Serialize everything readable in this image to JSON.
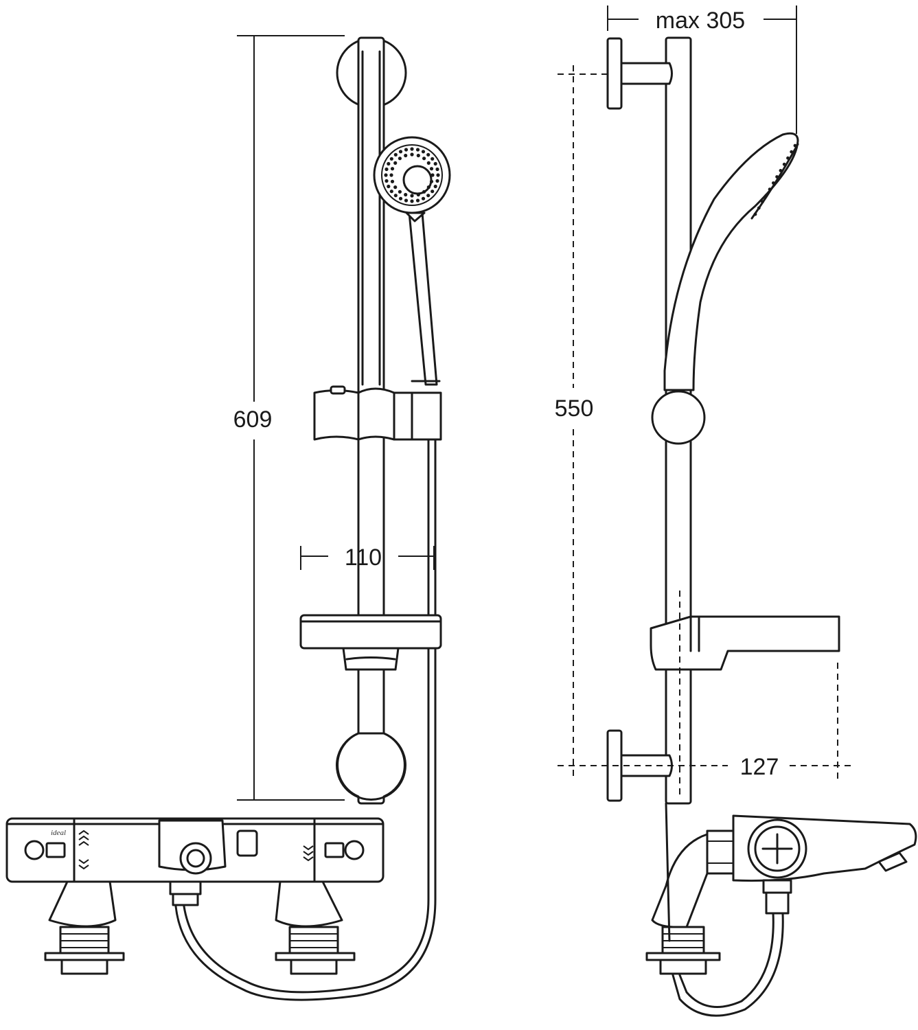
{
  "dimensions": {
    "front_height": "609",
    "front_width": "110",
    "side_height": "550",
    "side_projection": "max 305",
    "side_depth": "127"
  },
  "logo_lettering": "ideal",
  "colors": {
    "line": "#1a1a1a",
    "background": "#ffffff"
  }
}
